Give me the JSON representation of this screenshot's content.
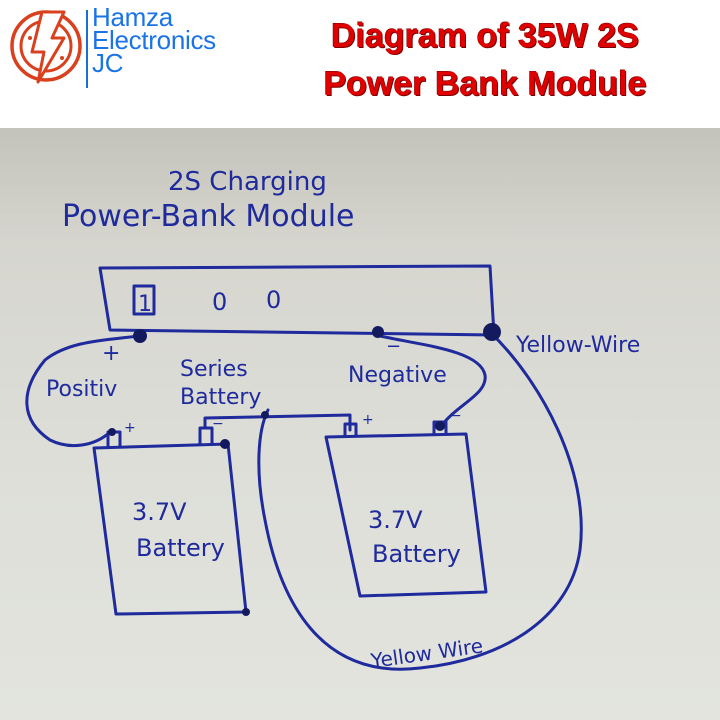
{
  "header": {
    "brand_lines": [
      "Hamza",
      "Electronics",
      "JC"
    ],
    "title_lines": [
      "Diagram of 35W 2S",
      "Power Bank Module"
    ],
    "colors": {
      "brand": "#1a73e8",
      "title": "#e10000",
      "logo": "#d9401e"
    }
  },
  "diagram": {
    "heading_line1": "2S Charging",
    "heading_line2": "Power-Bank Module",
    "module_indicators": [
      "1",
      "0",
      "0"
    ],
    "labels": {
      "positive_sign": "+",
      "positive": "Positiv",
      "series_line1": "Series",
      "series_line2": "Battery",
      "negative_sign": "−",
      "negative": "Negative",
      "yellow_wire_right": "Yellow-Wire",
      "yellow_wire_bottom": "Yellow Wire"
    },
    "batteries": [
      {
        "voltage": "3.7V",
        "label": "Battery",
        "plus": "+",
        "minus": "−"
      },
      {
        "voltage": "3.7V",
        "label": "Battery",
        "plus": "+",
        "minus": "−"
      }
    ],
    "ink_color": "#1f2a9c"
  }
}
